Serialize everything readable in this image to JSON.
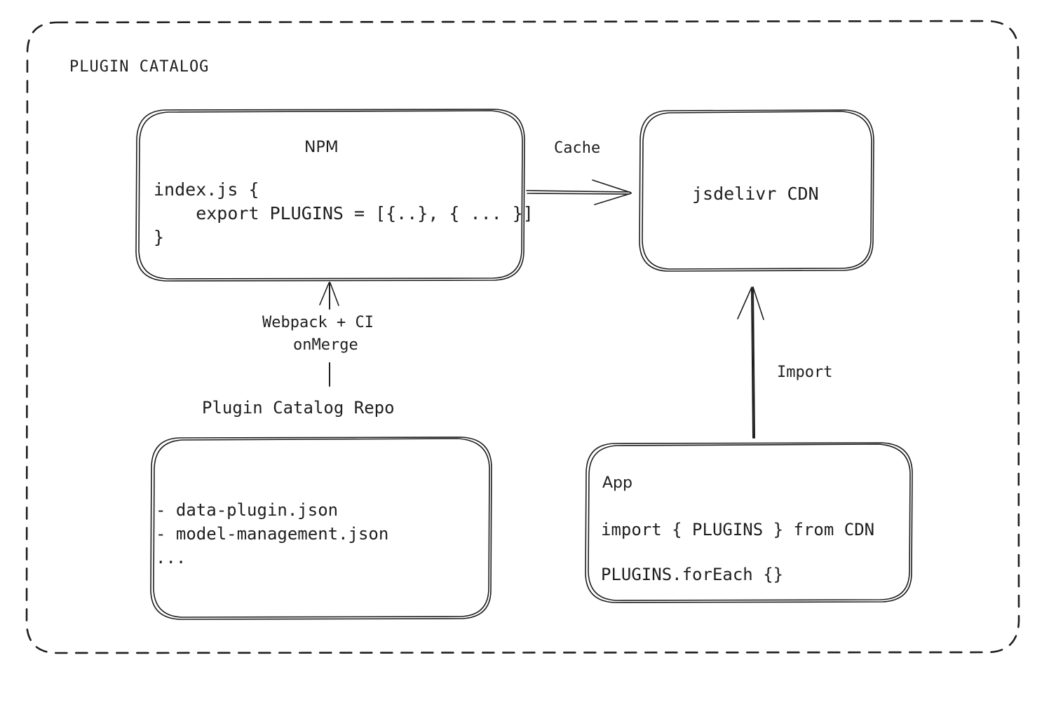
{
  "diagram": {
    "type": "architecture-flow",
    "group": {
      "title": "PLUGIN CATALOG",
      "border_style": "dashed",
      "color": "#1e1e1e"
    },
    "nodes": [
      {
        "id": "npm",
        "title": "NPM",
        "code_lines": [
          "index.js {",
          "    export PLUGINS = [{..}, { ... }]",
          "}"
        ]
      },
      {
        "id": "cdn",
        "label": "jsdelivr CDN"
      },
      {
        "id": "repo",
        "caption": "Plugin Catalog Repo",
        "items": [
          "- data-plugin.json",
          "- model-management.json",
          "..."
        ]
      },
      {
        "id": "app",
        "title": "App",
        "code_lines": [
          "import { PLUGINS } from CDN",
          "PLUGINS.forEach {}"
        ]
      }
    ],
    "edges": [
      {
        "id": "npm-to-cdn",
        "label": "Cache",
        "from": "npm",
        "to": "cdn",
        "direction": "right"
      },
      {
        "id": "repo-to-npm",
        "label_line1": "Webpack + CI",
        "label_line2": "onMerge",
        "from": "repo",
        "to": "npm",
        "direction": "up"
      },
      {
        "id": "app-to-cdn",
        "label": "Import",
        "from": "app",
        "to": "cdn",
        "direction": "up"
      }
    ]
  }
}
